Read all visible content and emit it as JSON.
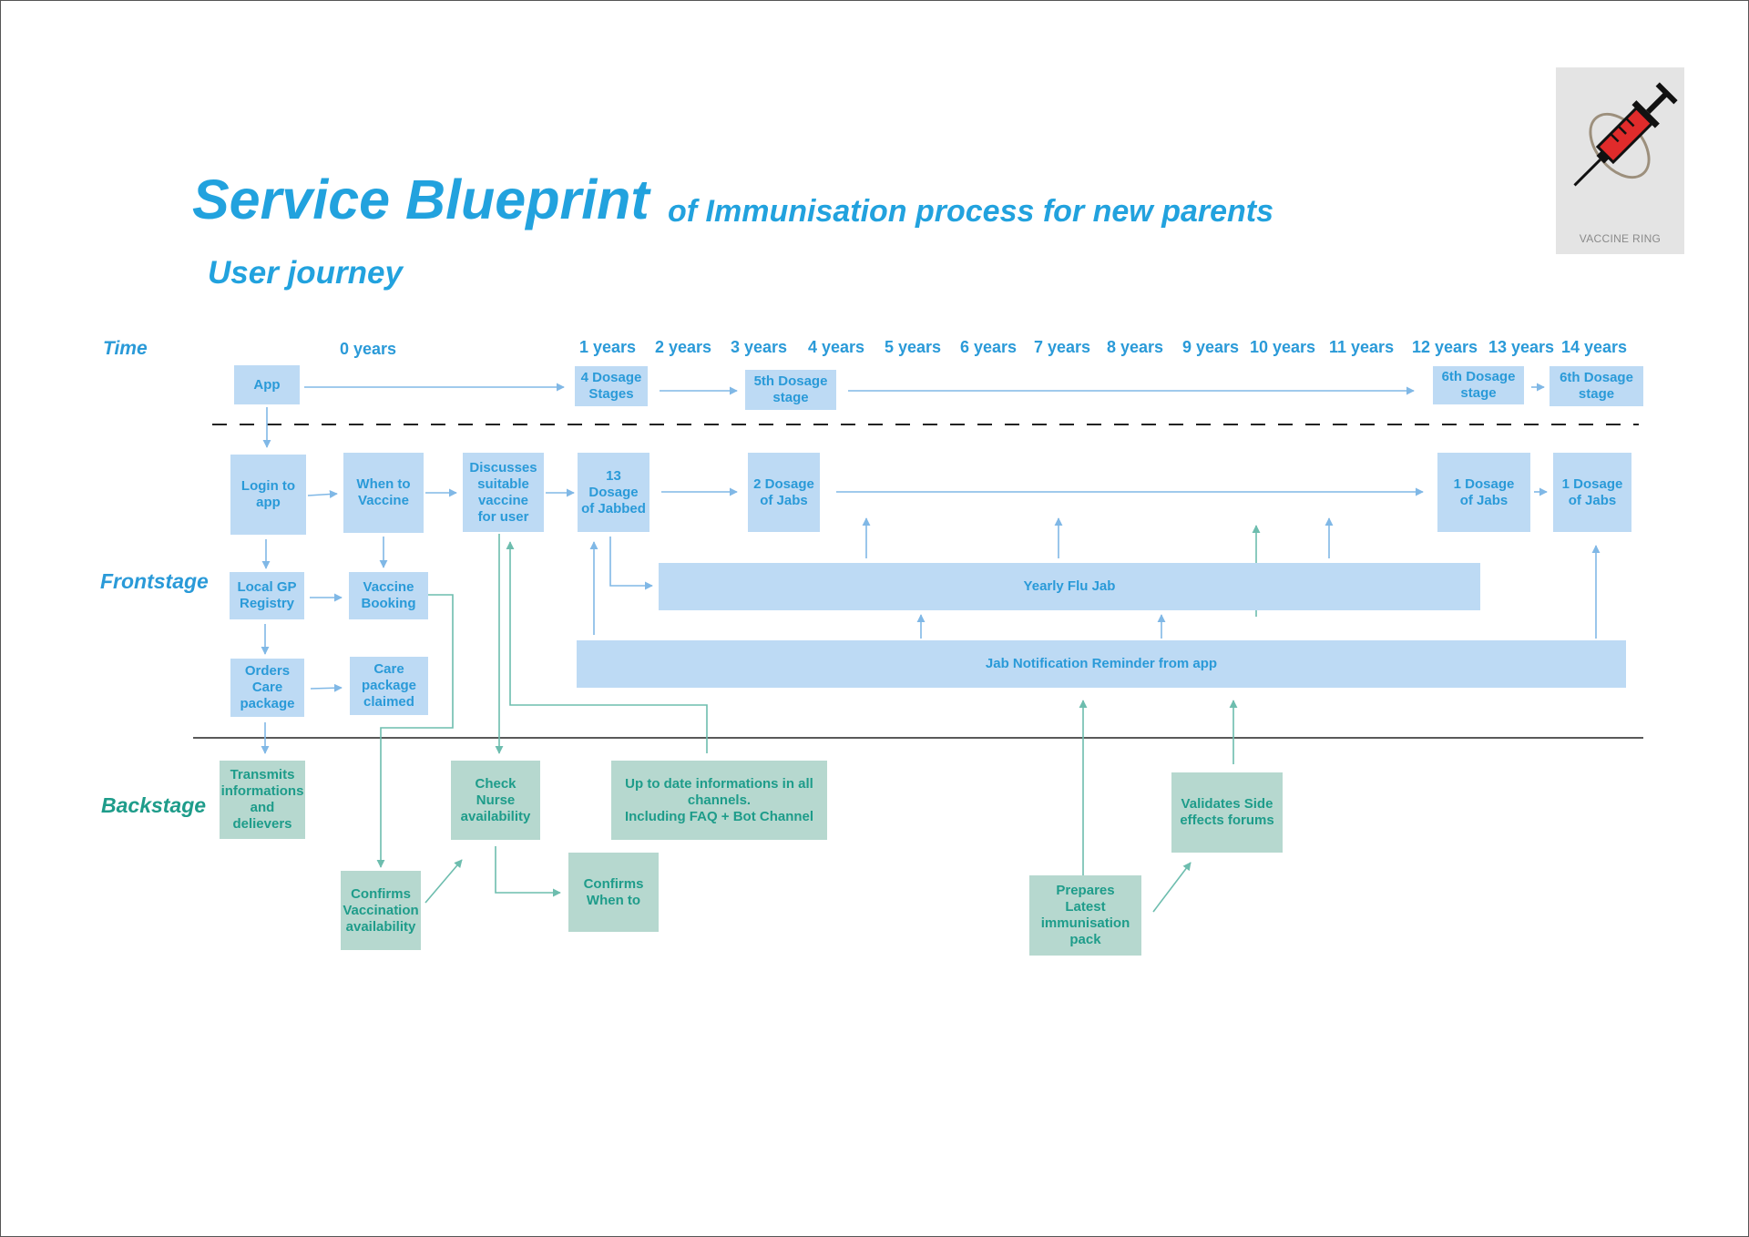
{
  "header": {
    "title": "Service Blueprint",
    "subtitle": "of Immunisation process for new parents",
    "section": "User journey"
  },
  "logo": {
    "caption": "VACCINE RING",
    "icon": "syringe-icon"
  },
  "lanes": {
    "time": "Time",
    "frontstage": "Frontstage",
    "backstage": "Backstage"
  },
  "years": [
    "0 years",
    "1 years",
    "2 years",
    "3 years",
    "4 years",
    "5 years",
    "6 years",
    "7 years",
    "8 years",
    "9 years",
    "10 years",
    "11 years",
    "12 years",
    "13 years",
    "14 years"
  ],
  "time_boxes": {
    "app": "App",
    "dosage4": "4 Dosage\nStages",
    "dosage5": "5th Dosage\nstage",
    "dosage6a": "6th Dosage\nstage",
    "dosage6b": "6th Dosage\nstage"
  },
  "front_boxes": {
    "login": "Login to\napp",
    "when": "When to\nVaccine",
    "discusses": "Discusses\nsuitable\nvaccine\nfor user",
    "jabbed13": "13 Dosage\nof Jabbed",
    "jabs2": "2 Dosage\nof Jabs",
    "jabs1a": "1 Dosage\nof Jabs",
    "jabs1b": "1 Dosage\nof Jabs",
    "gp": "Local GP\nRegistry",
    "booking": "Vaccine\nBooking",
    "orders": "Orders\nCare\npackage",
    "care": "Care\npackage\nclaimed",
    "flu": "Yearly Flu Jab",
    "reminder": "Jab Notification Reminder from app"
  },
  "back_boxes": {
    "transmits": "Transmits\ninformations\nand\ndelievers",
    "nurse": "Check Nurse\navailability",
    "uptodate": "Up to date informations in all\nchannels.\nIncluding FAQ + Bot Channel",
    "validates": "Validates Side\neffects forums",
    "confirms_vacc": "Confirms\nVaccination\navailability",
    "confirms_when": "Confirms\nWhen to",
    "prepares": "Prepares\nLatest\nimmunisation\npack"
  },
  "colors": {
    "title": "#22a2de",
    "frontstage_box": "#bddaf4",
    "frontstage_text": "#2a9ad8",
    "backstage_box": "#b6d8cf",
    "backstage_text": "#1e9c8a",
    "front_arrow": "#80b8e6",
    "back_arrow": "#6dbdae"
  }
}
